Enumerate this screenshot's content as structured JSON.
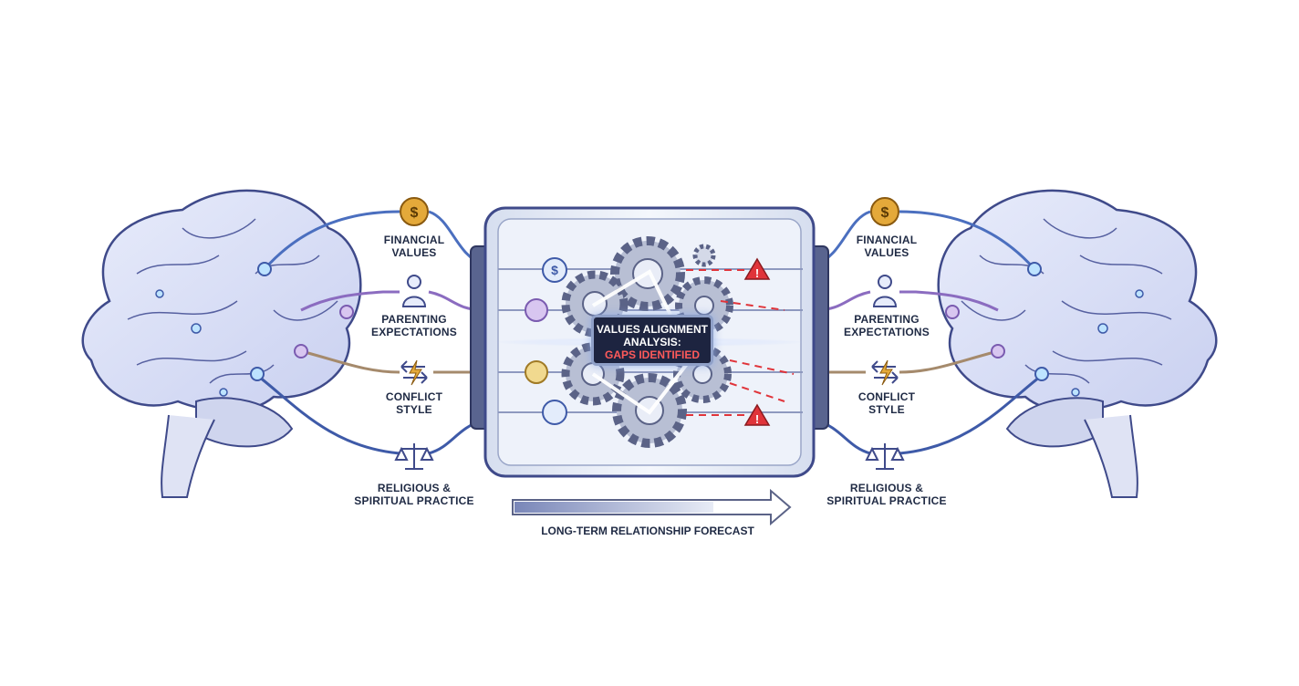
{
  "left_labels": [
    {
      "line1": "FINANCIAL",
      "line2": "VALUES"
    },
    {
      "line1": "PARENTING",
      "line2": "EXPECTATIONS"
    },
    {
      "line1": "CONFLICT",
      "line2": "STYLE"
    },
    {
      "line1": "RELIGIOUS &",
      "line2": "SPIRITUAL PRACTICE"
    }
  ],
  "right_labels": [
    {
      "line1": "FINANCIAL",
      "line2": "VALUES"
    },
    {
      "line1": "PARENTING",
      "line2": "EXPECTATIONS"
    },
    {
      "line1": "CONFLICT",
      "line2": "STYLE"
    },
    {
      "line1": "RELIGIOUS &",
      "line2": "SPIRITUAL PRACTICE"
    }
  ],
  "center": {
    "title_line1": "VALUES ALIGNMENT",
    "title_line2": "ANALYSIS:",
    "status": "GAPS IDENTIFIED"
  },
  "forecast": {
    "label": "LONG-TERM RELATIONSHIP FORECAST"
  },
  "icons": {
    "coin_symbol": "$",
    "warning_symbol": "!",
    "conflict_symbol": "⚡"
  },
  "colors": {
    "brain_fill": "#dde3f7",
    "brain_stroke": "#3f4a8a",
    "financial_line": "#4b6fbf",
    "parenting_line": "#8b6cc0",
    "conflict_line": "#a58a6c",
    "religious_line": "#3e5aa8",
    "warning": "#e0343a",
    "gold": "#e4a93a"
  }
}
